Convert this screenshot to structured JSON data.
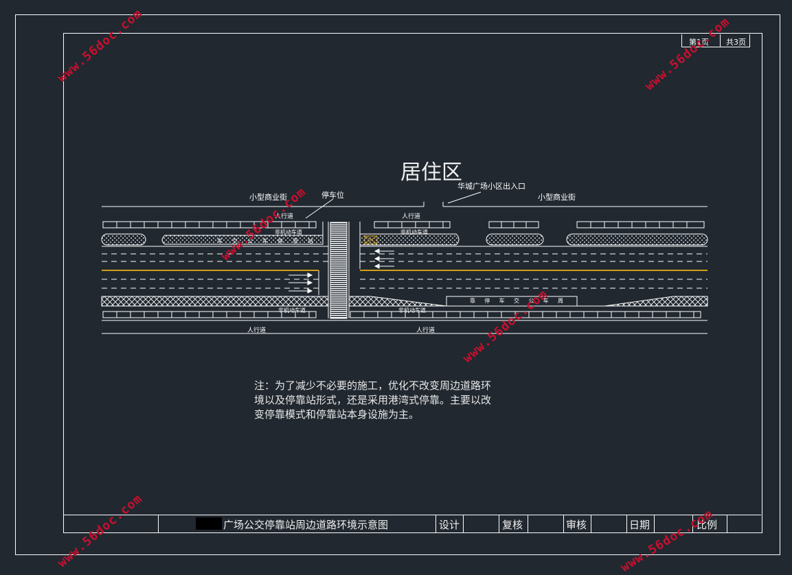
{
  "header": {
    "page": "第1页",
    "total": "共3页"
  },
  "diagram": {
    "area_title": "居住区",
    "top_left_label": "小型商业街",
    "top_right_label": "小型商业街",
    "parking_label": "停车位",
    "entrance_label": "华城广场小区出入口",
    "sidewalk_labels": [
      "人行道",
      "人行道",
      "人行道",
      "人行道"
    ],
    "nonmotor_labels": [
      "非机动车道",
      "非机动车道",
      "非机动车道",
      "非机动车道"
    ],
    "stop_text": [
      "车",
      "交",
      "公",
      "车",
      "停",
      "靠",
      "站"
    ],
    "stop_text_right": [
      "靠",
      "停",
      "车",
      "交",
      "公",
      "车",
      "周"
    ]
  },
  "note": {
    "text_lines": [
      "注：为了减少不必要的施工，优化不改变周边道路环",
      "境以及停靠站形式，还是采用港湾式停靠。主要以改",
      "变停靠模式和停靠站本身设施为主。"
    ]
  },
  "title_block": {
    "drawing_title": "广场公交停靠站周边道路环境示意图",
    "design": "设计",
    "check": "复核",
    "review": "审核",
    "date": "日期",
    "scale": "比例"
  },
  "watermark": "www.56doc.com",
  "colors": {
    "background": "#212830",
    "center_line": "#d4a017",
    "watermark": "#c8102e"
  }
}
